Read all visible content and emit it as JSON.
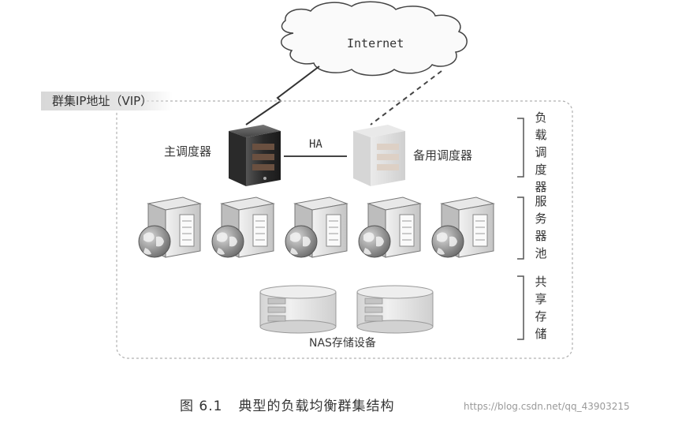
{
  "diagram": {
    "cloud_label": "Internet",
    "vip_label": "群集IP地址（VIP）",
    "primary_scheduler_label": "主调度器",
    "backup_scheduler_label": "备用调度器",
    "ha_label": "HA",
    "nas_label": "NAS存储设备",
    "groups": [
      {
        "label": "负载调度器",
        "chars": [
          "负",
          "载",
          "调",
          "度",
          "器"
        ]
      },
      {
        "label": "服务器池",
        "chars": [
          "服",
          "务",
          "器",
          "池"
        ]
      },
      {
        "label": "共享存储",
        "chars": [
          "共",
          "享",
          "存",
          "储"
        ]
      }
    ],
    "server_count": 5,
    "storage_count": 2
  },
  "caption": {
    "figure_number": "图 6.1",
    "title": "典型的负载均衡群集结构"
  },
  "watermark": "https://blog.csdn.net/qq_43903215",
  "colors": {
    "line": "#333333",
    "dashed_border": "#b0b0b0",
    "primary_server": "#3c3c3c",
    "backup_server": "#d0d0d0",
    "storage": "#e4e4e4",
    "globe": "#8a8a8a"
  }
}
